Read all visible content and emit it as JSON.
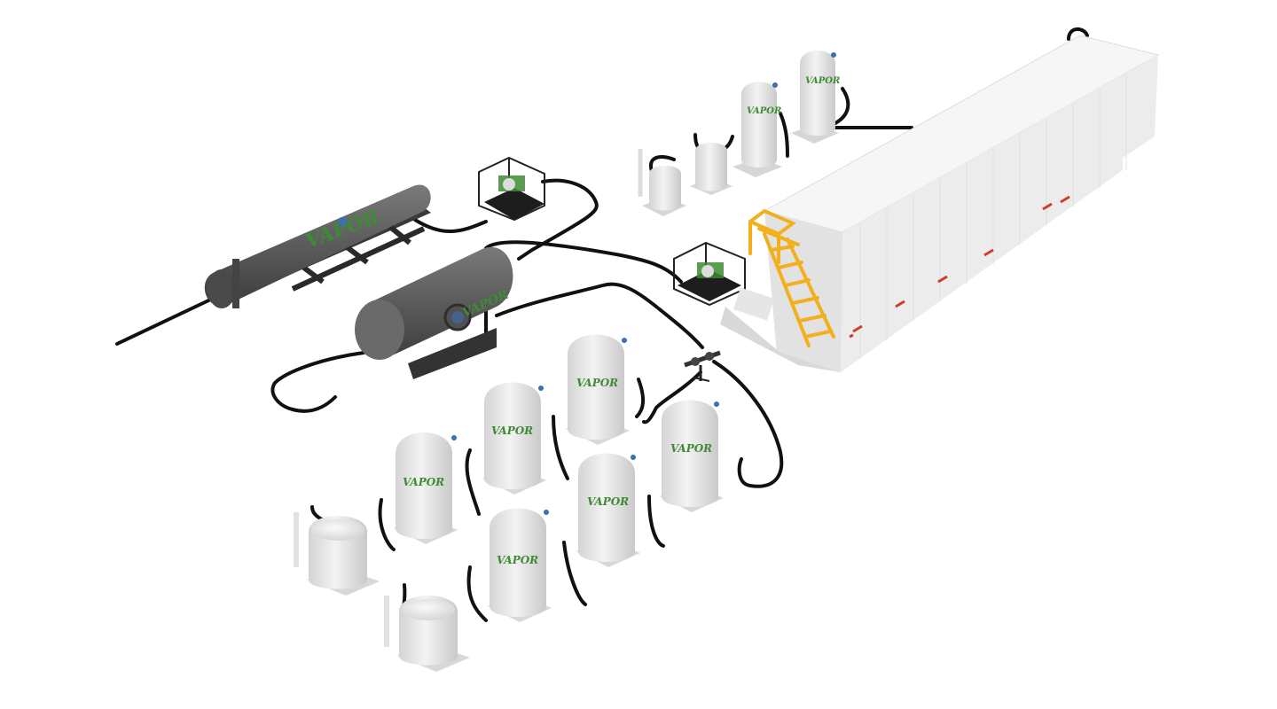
{
  "scene": {
    "background": "#ffffff",
    "brand_logo_text": "VAPOR",
    "colors": {
      "pipe": "#111111",
      "tank_white": "#e9e9e9",
      "tank_shade": "#cfcfcf",
      "vessel_dark": "#5b5b5b",
      "skid_dark": "#2a2a2a",
      "stair_yellow": "#f2b01e",
      "logo_green": "#3f8a34",
      "accent_blue": "#3a6fb0",
      "container_white": "#f4f4f4",
      "reflector_red": "#d23a2a"
    },
    "components": [
      "horizontal-heat-exchanger",
      "horizontal-pressure-vessel",
      "pump-skid-upper",
      "pump-skid-middle",
      "frac-tank-container",
      "access-stairway",
      "vertical-separator-upper-a",
      "vertical-separator-upper-b",
      "small-tank-upper-a",
      "small-tank-upper-b",
      "manifold-valve-assembly",
      "vertical-separator-array",
      "small-tank-lower-a",
      "small-tank-lower-b"
    ]
  }
}
